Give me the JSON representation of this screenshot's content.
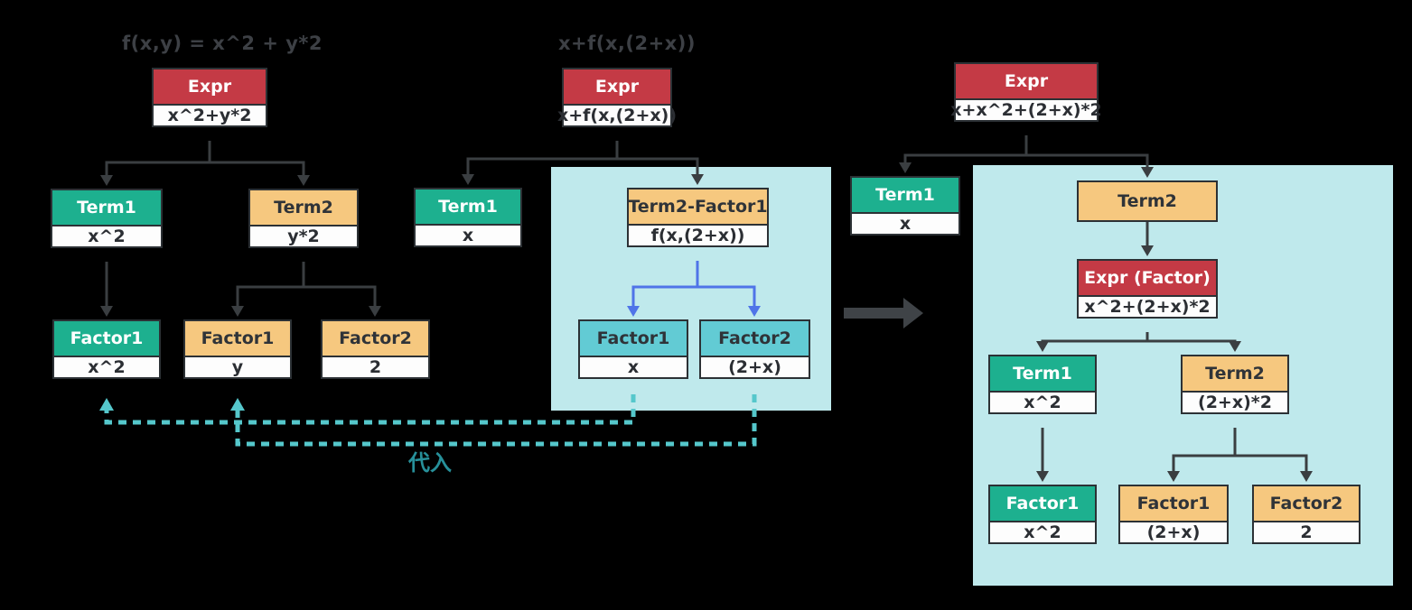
{
  "titles": {
    "tree1": "f(x,y) = x^2 + y*2",
    "tree2": "x+f(x,(2+x))"
  },
  "substitution_label": "代入",
  "tree1": {
    "expr": {
      "header": "Expr",
      "body": "x^2+y*2"
    },
    "term1": {
      "header": "Term1",
      "body": "x^2"
    },
    "term2": {
      "header": "Term2",
      "body": "y*2"
    },
    "factor1_green": {
      "header": "Factor1",
      "body": "x^2"
    },
    "factor1_orange": {
      "header": "Factor1",
      "body": "y"
    },
    "factor2_orange": {
      "header": "Factor2",
      "body": "2"
    }
  },
  "tree2": {
    "expr": {
      "header": "Expr",
      "body": "x+f(x,(2+x))"
    },
    "term1": {
      "header": "Term1",
      "body": "x"
    },
    "term2_factor1": {
      "header": "Term2-Factor1",
      "body": "f(x,(2+x))"
    },
    "factor1": {
      "header": "Factor1",
      "body": "x"
    },
    "factor2": {
      "header": "Factor2",
      "body": "(2+x)"
    }
  },
  "tree3": {
    "expr": {
      "header": "Expr",
      "body": "x+x^2+(2+x)*2"
    },
    "term1": {
      "header": "Term1",
      "body": "x"
    },
    "term2": {
      "header": "Term2"
    },
    "expr_factor": {
      "header": "Expr (Factor)",
      "body": "x^2+(2+x)*2"
    },
    "term1_inner": {
      "header": "Term1",
      "body": "x^2"
    },
    "term2_inner": {
      "header": "Term2",
      "body": "(2+x)*2"
    },
    "factor1_green": {
      "header": "Factor1",
      "body": "x^2"
    },
    "factor1_orange": {
      "header": "Factor1",
      "body": "(2+x)"
    },
    "factor2_orange": {
      "header": "Factor2",
      "body": "2"
    }
  },
  "colors": {
    "background": "#000000",
    "expr_header_red": "#c43a45",
    "term_green": "#1db08f",
    "term_orange": "#f6c87f",
    "factor_cyan": "#62cbd4",
    "highlight_panel": "#bfe9ec",
    "connector_dark": "#3a3e41",
    "connector_blue": "#4f74e8",
    "substitution_teal": "#55c7cb",
    "title_gray": "#3d4045"
  }
}
